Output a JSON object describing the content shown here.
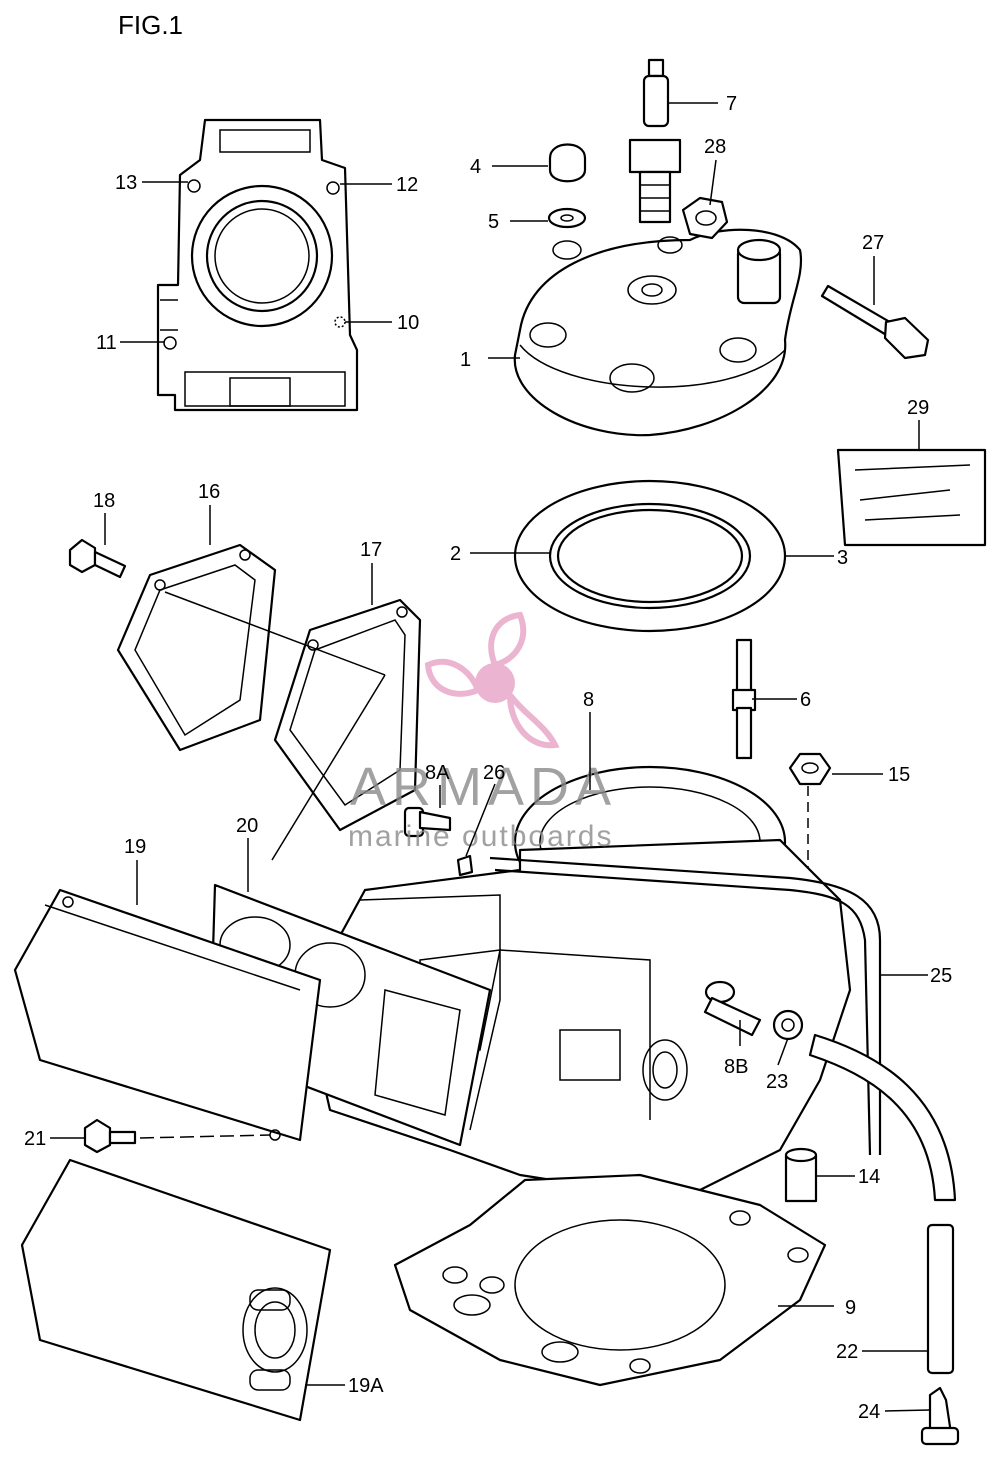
{
  "figure": {
    "title": "FIG.1"
  },
  "watermark": {
    "brand": "ARMADA",
    "tagline": "marine outboards",
    "colors": {
      "logo": "#e8a8c8",
      "text": "#8a8a8a"
    }
  },
  "callouts": {
    "c1": "1",
    "c2": "2",
    "c3": "3",
    "c4": "4",
    "c5": "5",
    "c6": "6",
    "c7": "7",
    "c8": "8",
    "c8a": "8A",
    "c8b": "8B",
    "c9": "9",
    "c10": "10",
    "c11": "11",
    "c12": "12",
    "c13": "13",
    "c14": "14",
    "c15": "15",
    "c16": "16",
    "c17": "17",
    "c18": "18",
    "c19": "19",
    "c19a": "19A",
    "c20": "20",
    "c21": "21",
    "c22": "22",
    "c23": "23",
    "c24": "24",
    "c25": "25",
    "c26": "26",
    "c27": "27",
    "c28": "28",
    "c29": "29"
  }
}
